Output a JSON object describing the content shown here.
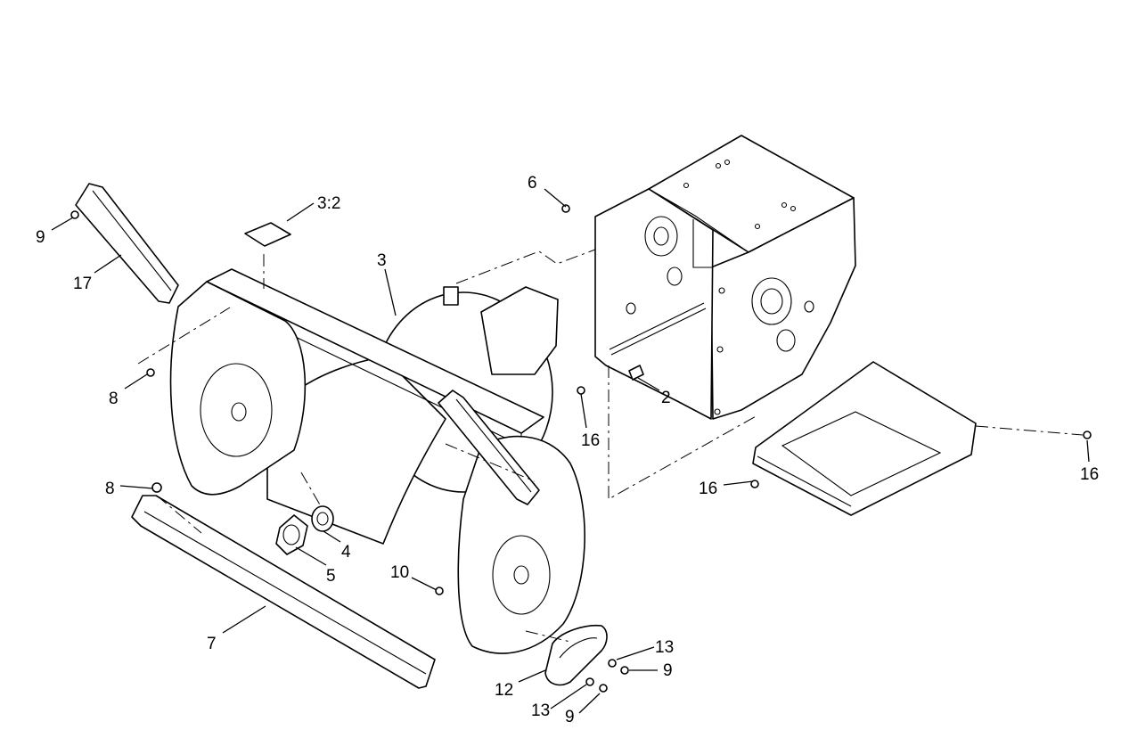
{
  "callouts": [
    {
      "id": "c1",
      "label": "3:2"
    },
    {
      "id": "c2",
      "label": "3"
    },
    {
      "id": "c3",
      "label": "6"
    },
    {
      "id": "c4",
      "label": "9"
    },
    {
      "id": "c5",
      "label": "17"
    },
    {
      "id": "c6",
      "label": "8"
    },
    {
      "id": "c7",
      "label": "2"
    },
    {
      "id": "c8",
      "label": "16"
    },
    {
      "id": "c9",
      "label": "16"
    },
    {
      "id": "c10",
      "label": "16"
    },
    {
      "id": "c11",
      "label": "8"
    },
    {
      "id": "c12",
      "label": "4"
    },
    {
      "id": "c13",
      "label": "5"
    },
    {
      "id": "c14",
      "label": "10"
    },
    {
      "id": "c15",
      "label": "7"
    },
    {
      "id": "c16",
      "label": "13"
    },
    {
      "id": "c17",
      "label": "9"
    },
    {
      "id": "c18",
      "label": "12"
    },
    {
      "id": "c19",
      "label": "13"
    },
    {
      "id": "c20",
      "label": "9"
    }
  ]
}
